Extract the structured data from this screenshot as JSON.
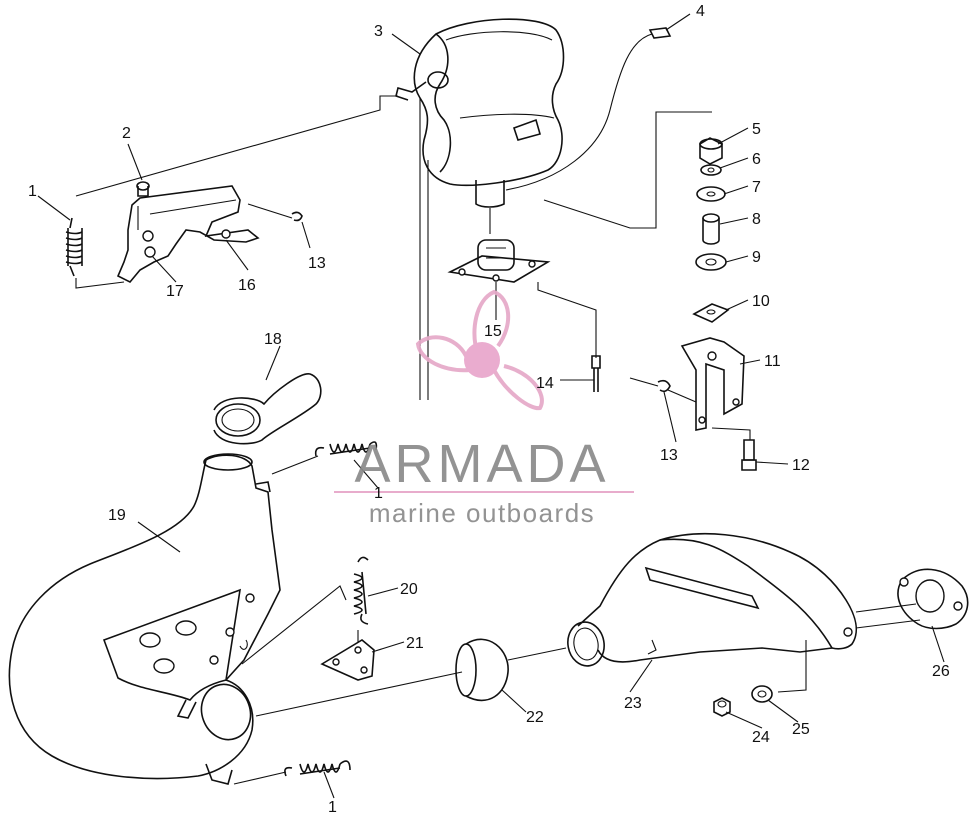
{
  "callouts": [
    {
      "id": "c1a",
      "text": "1"
    },
    {
      "id": "c2",
      "text": "2"
    },
    {
      "id": "c3",
      "text": "3"
    },
    {
      "id": "c4",
      "text": "4"
    },
    {
      "id": "c5",
      "text": "5"
    },
    {
      "id": "c6",
      "text": "6"
    },
    {
      "id": "c7",
      "text": "7"
    },
    {
      "id": "c8",
      "text": "8"
    },
    {
      "id": "c9",
      "text": "9"
    },
    {
      "id": "c10",
      "text": "10"
    },
    {
      "id": "c11",
      "text": "11"
    },
    {
      "id": "c12",
      "text": "12"
    },
    {
      "id": "c13a",
      "text": "13"
    },
    {
      "id": "c13b",
      "text": "13"
    },
    {
      "id": "c14",
      "text": "14"
    },
    {
      "id": "c15",
      "text": "15"
    },
    {
      "id": "c16",
      "text": "16"
    },
    {
      "id": "c17",
      "text": "17"
    },
    {
      "id": "c18",
      "text": "18"
    },
    {
      "id": "c19",
      "text": "19"
    },
    {
      "id": "c1b",
      "text": "1"
    },
    {
      "id": "c20",
      "text": "20"
    },
    {
      "id": "c21",
      "text": "21"
    },
    {
      "id": "c22",
      "text": "22"
    },
    {
      "id": "c23",
      "text": "23"
    },
    {
      "id": "c24",
      "text": "24"
    },
    {
      "id": "c25",
      "text": "25"
    },
    {
      "id": "c26",
      "text": "26"
    },
    {
      "id": "c1c",
      "text": "1"
    }
  ],
  "watermark": {
    "brand": "ARMADA",
    "tagline": "marine outboards",
    "logo_color": "#e6a9c8",
    "logo_center_color": "#e9a6cb",
    "text_color": "#8a8a8a",
    "rule_color": "#e7a6c8"
  }
}
